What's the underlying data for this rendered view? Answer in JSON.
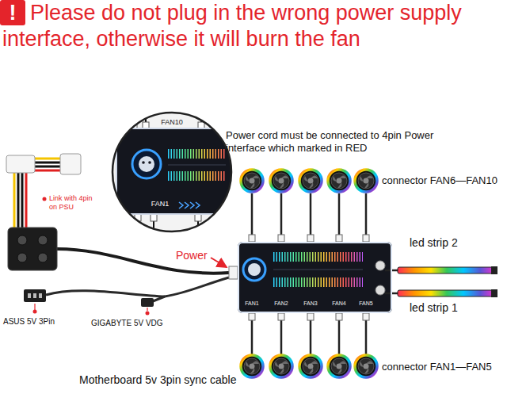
{
  "diagram": {
    "title": "Please do not plug in the wrong power supply interface, otherwise it will burn the fan",
    "nodes": [
      {
        "text": [
          "FAN1",
          "FAN2",
          "FAN3",
          "FAN4",
          "FAN5"
        ]
      },
      {
        "text": [
          "FAN10",
          "FAN1"
        ]
      }
    ],
    "labels": [
      "!",
      "Power cord must be connected to 4pin Power interface which marked in RED",
      "Link with 4pin on PSU",
      "Power",
      "connector FAN6—FAN10",
      "led strip 2",
      "led strip 1",
      "connector FAN1—FAN5",
      "ASUS 5V 3Pin",
      "GIGABYTE 5V VDG",
      "Motherboard 5v 3pin sync cable"
    ]
  }
}
